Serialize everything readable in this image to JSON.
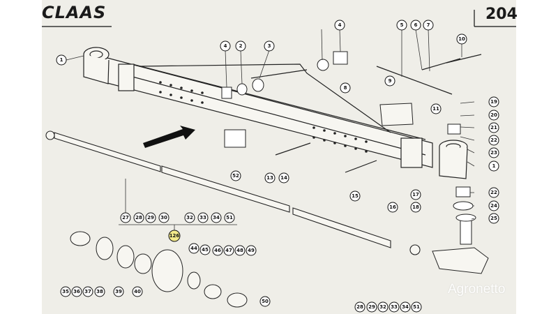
{
  "header": {
    "brand": "CLAAS",
    "page_number": "204"
  },
  "watermark": "Agronetto",
  "callouts": [
    {
      "id": "c1a",
      "label": "1"
    },
    {
      "id": "c1b",
      "label": "1"
    },
    {
      "id": "c2",
      "label": "2"
    },
    {
      "id": "c3",
      "label": "3"
    },
    {
      "id": "c4a",
      "label": "4"
    },
    {
      "id": "c4b",
      "label": "4"
    },
    {
      "id": "c5",
      "label": "5"
    },
    {
      "id": "c6",
      "label": "6"
    },
    {
      "id": "c7",
      "label": "7"
    },
    {
      "id": "c8",
      "label": "8"
    },
    {
      "id": "c9",
      "label": "9"
    },
    {
      "id": "c10",
      "label": "10"
    },
    {
      "id": "c11",
      "label": "11"
    },
    {
      "id": "c13",
      "label": "13"
    },
    {
      "id": "c14",
      "label": "14"
    },
    {
      "id": "c15",
      "label": "15"
    },
    {
      "id": "c16",
      "label": "16"
    },
    {
      "id": "c17",
      "label": "17"
    },
    {
      "id": "c18",
      "label": "18"
    },
    {
      "id": "c19",
      "label": "19"
    },
    {
      "id": "c20",
      "label": "20"
    },
    {
      "id": "c21",
      "label": "21"
    },
    {
      "id": "c22a",
      "label": "22"
    },
    {
      "id": "c22b",
      "label": "22"
    },
    {
      "id": "c23",
      "label": "23"
    },
    {
      "id": "c24",
      "label": "24"
    },
    {
      "id": "c25",
      "label": "25"
    },
    {
      "id": "c27",
      "label": "27"
    },
    {
      "id": "c28a",
      "label": "28"
    },
    {
      "id": "c28b",
      "label": "28"
    },
    {
      "id": "c29a",
      "label": "29"
    },
    {
      "id": "c29b",
      "label": "29"
    },
    {
      "id": "c30",
      "label": "30"
    },
    {
      "id": "c32a",
      "label": "32"
    },
    {
      "id": "c32b",
      "label": "32"
    },
    {
      "id": "c33a",
      "label": "33"
    },
    {
      "id": "c33b",
      "label": "33"
    },
    {
      "id": "c34",
      "label": "34"
    },
    {
      "id": "c35",
      "label": "35"
    },
    {
      "id": "c36",
      "label": "36"
    },
    {
      "id": "c37",
      "label": "37"
    },
    {
      "id": "c38",
      "label": "38"
    },
    {
      "id": "c39",
      "label": "39"
    },
    {
      "id": "c40",
      "label": "40"
    },
    {
      "id": "c44",
      "label": "44"
    },
    {
      "id": "c45",
      "label": "45"
    },
    {
      "id": "c46",
      "label": "46"
    },
    {
      "id": "c47",
      "label": "47"
    },
    {
      "id": "c48",
      "label": "48"
    },
    {
      "id": "c49",
      "label": "49"
    },
    {
      "id": "c50",
      "label": "50"
    },
    {
      "id": "c51a",
      "label": "51"
    },
    {
      "id": "c51b",
      "label": "51"
    },
    {
      "id": "c52",
      "label": "52"
    },
    {
      "id": "c126",
      "label": "126"
    }
  ]
}
